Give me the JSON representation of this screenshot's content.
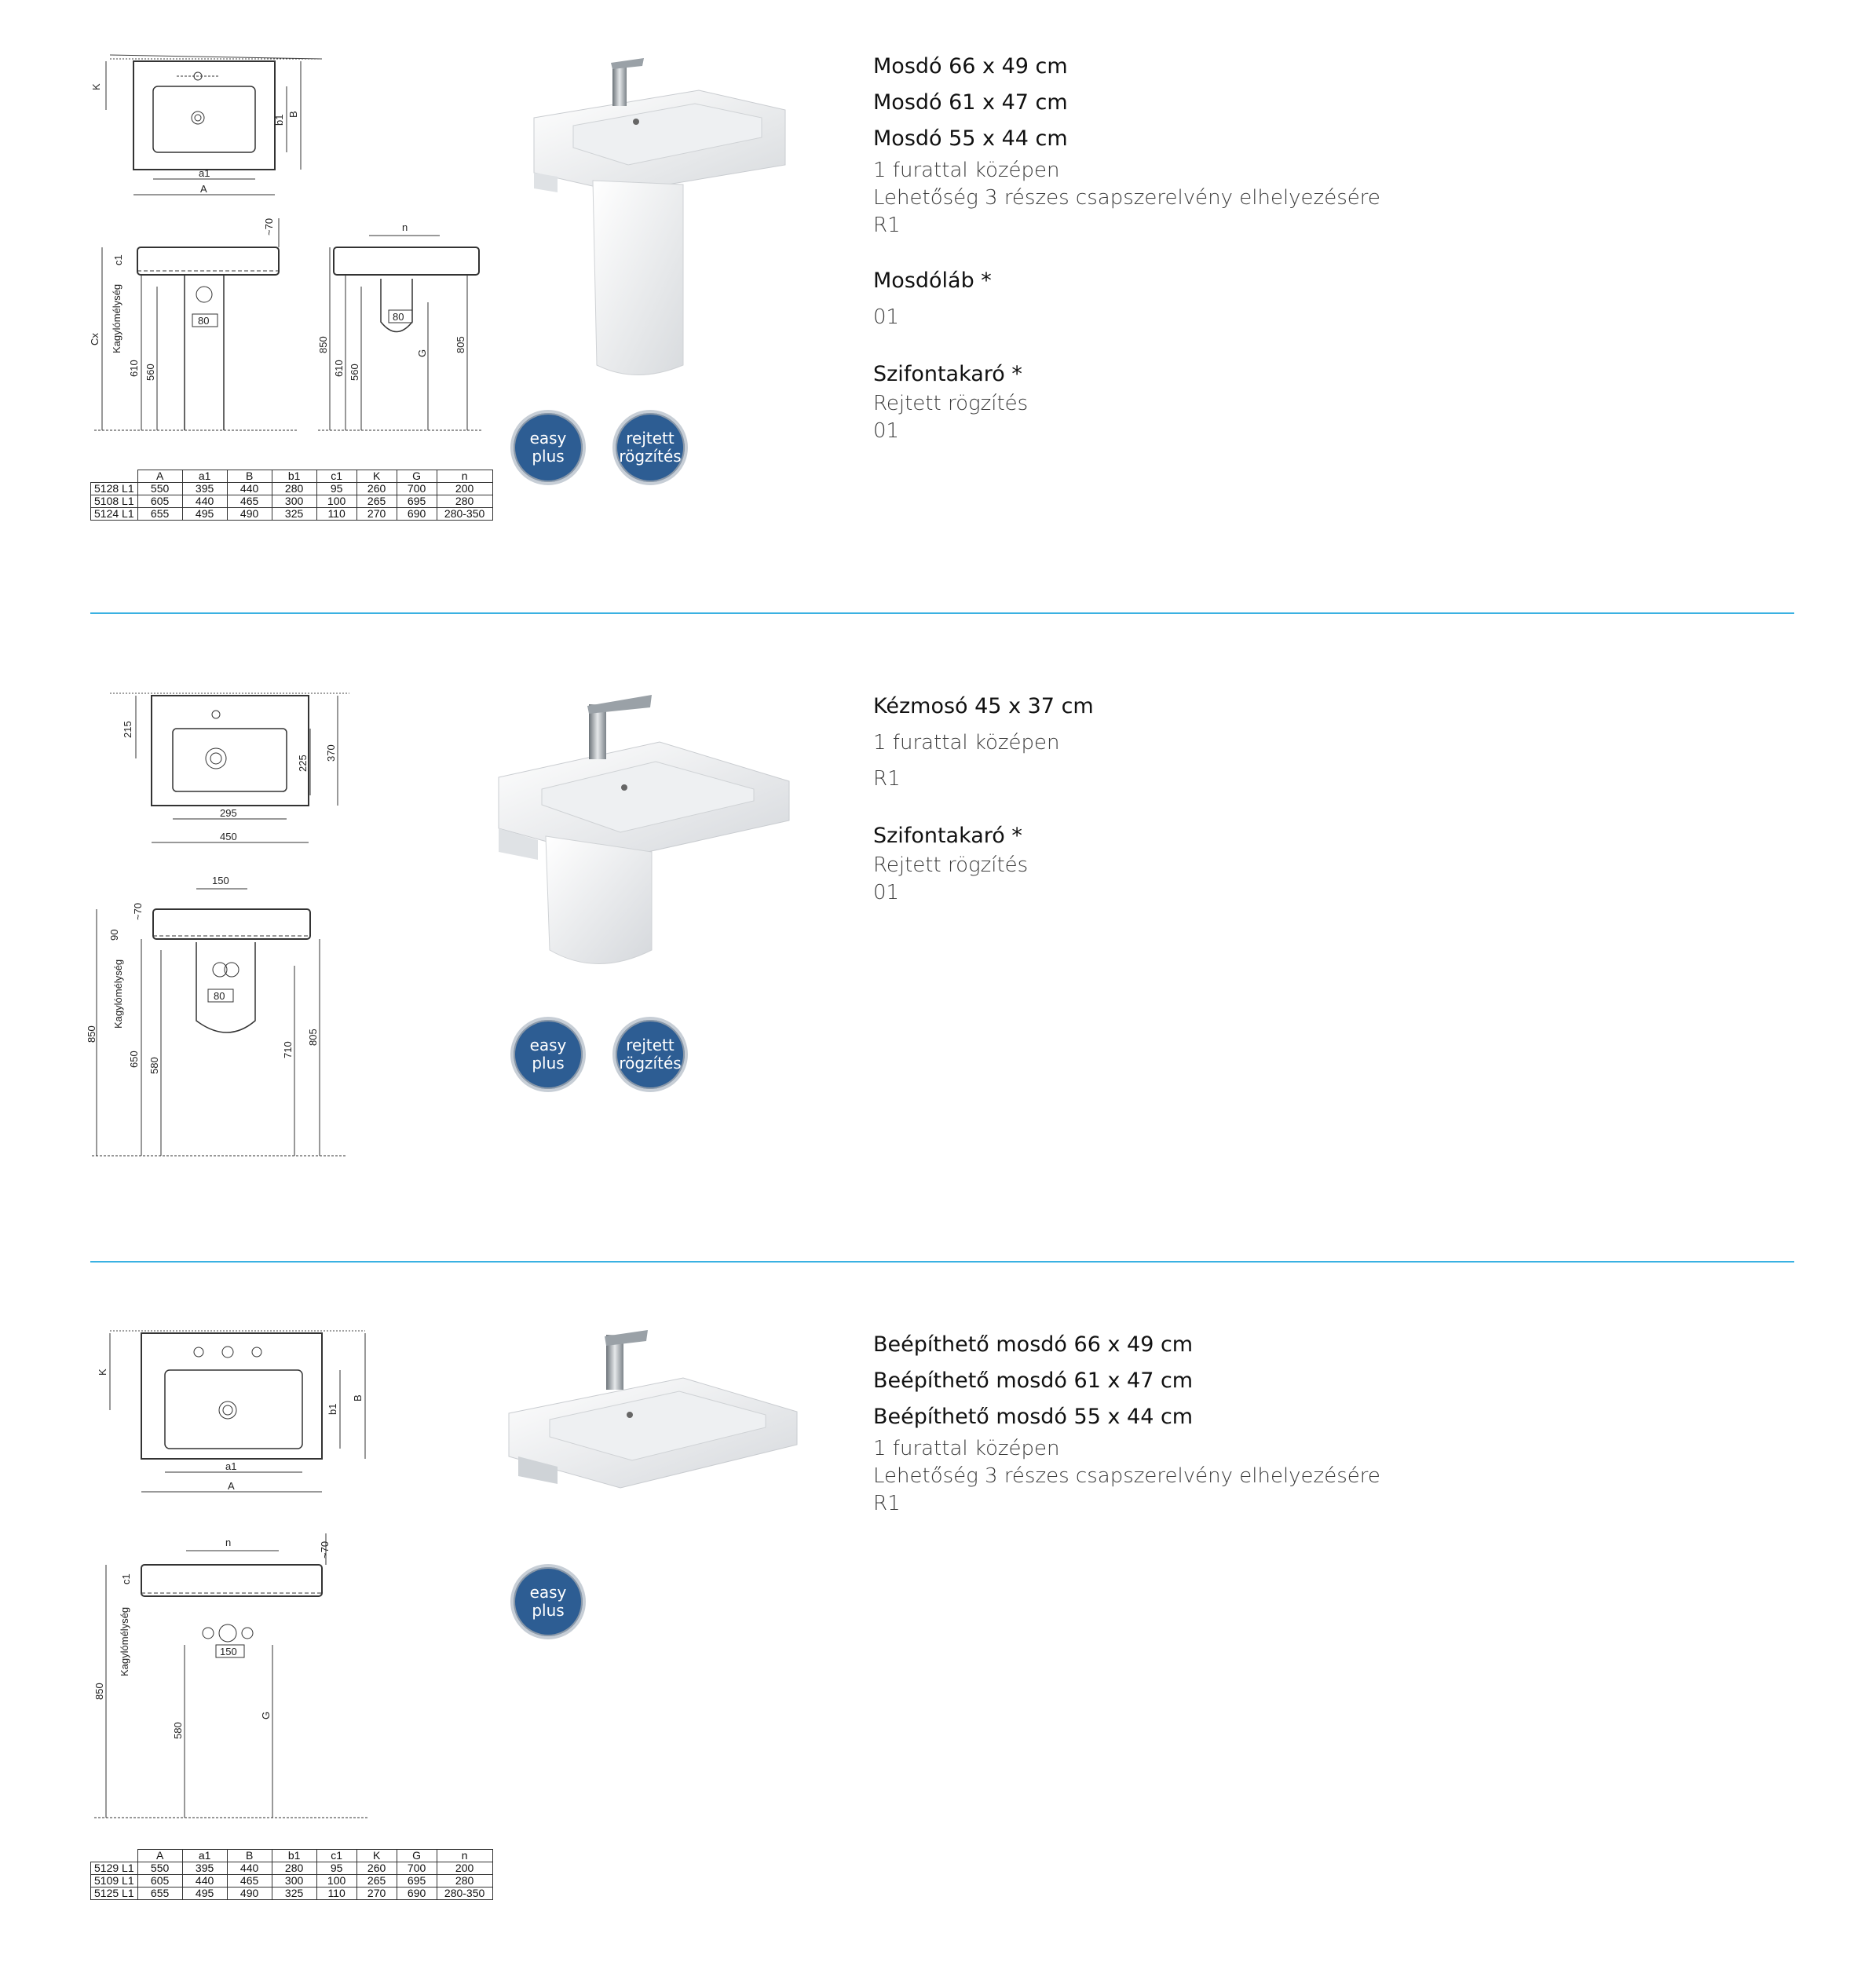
{
  "sections": [
    {
      "titles": [
        "Mosdó 66 x 49 cm",
        "Mosdó 61 x 47 cm",
        "Mosdó 55 x 44 cm"
      ],
      "lines": [
        "1 furattal középen",
        "Lehetőség 3 részes csapszerelvény elhelyezésére",
        "R1"
      ],
      "extras": [
        {
          "title": "Mosdóláb *",
          "lines": [
            "01"
          ]
        },
        {
          "title": "Szifontakaró *",
          "lines": [
            "Rejtett rögzítés",
            "01"
          ]
        }
      ],
      "badges": [
        {
          "line1": "easy",
          "line2": "plus"
        },
        {
          "line1": "rejtett",
          "line2": "rögzítés"
        }
      ],
      "drawing_labels": {
        "K": "K",
        "b1": "b1",
        "B": "B",
        "a1": "a1",
        "A": "A",
        "n": "n",
        "approx70": "~70",
        "c1": "c1",
        "depth": "Kagylómélység",
        "Cx": "Cx",
        "h610": "610",
        "h560": "560",
        "h850": "850",
        "G": "G",
        "h805": "805",
        "w80": "80"
      },
      "table": {
        "headers": [
          "",
          "A",
          "a1",
          "B",
          "b1",
          "c1",
          "K",
          "G",
          "n"
        ],
        "rows": [
          [
            "5128 L1",
            "550",
            "395",
            "440",
            "280",
            "95",
            "260",
            "700",
            "200"
          ],
          [
            "5108 L1",
            "605",
            "440",
            "465",
            "300",
            "100",
            "265",
            "695",
            "280"
          ],
          [
            "5124 L1",
            "655",
            "495",
            "490",
            "325",
            "110",
            "270",
            "690",
            "280-350"
          ]
        ]
      }
    },
    {
      "titles": [
        "Kézmosó 45 x 37 cm"
      ],
      "lines": [
        "1 furattal középen",
        "R1"
      ],
      "extras": [
        {
          "title": "Szifontakaró *",
          "lines": [
            "Rejtett rögzítés",
            "01"
          ]
        }
      ],
      "badges": [
        {
          "line1": "easy",
          "line2": "plus"
        },
        {
          "line1": "rejtett",
          "line2": "rögzítés"
        }
      ],
      "drawing_labels": {
        "h215": "215",
        "h225": "225",
        "h370": "370",
        "w295": "295",
        "w450": "450",
        "w150": "150",
        "approx70": "~70",
        "h90": "90",
        "depth": "Kagylómélység",
        "h850": "850",
        "h650": "650",
        "h580": "580",
        "w80": "80",
        "h710": "710",
        "h805": "805"
      }
    },
    {
      "titles": [
        "Beépíthető mosdó 66 x 49 cm",
        "Beépíthető mosdó 61 x 47 cm",
        "Beépíthető mosdó 55 x 44 cm"
      ],
      "lines": [
        "1 furattal középen",
        "Lehetőség 3 részes csapszerelvény elhelyezésére",
        "R1"
      ],
      "extras": [],
      "badges": [
        {
          "line1": "easy",
          "line2": "plus"
        }
      ],
      "drawing_labels": {
        "K": "K",
        "b1": "b1",
        "B": "B",
        "a1": "a1",
        "A": "A",
        "n": "n",
        "approx70": "~70",
        "c1": "c1",
        "depth": "Kagylómélység",
        "h850": "850",
        "w150": "150",
        "h580": "580",
        "G": "G"
      },
      "table": {
        "headers": [
          "",
          "A",
          "a1",
          "B",
          "b1",
          "c1",
          "K",
          "G",
          "n"
        ],
        "rows": [
          [
            "5129 L1",
            "550",
            "395",
            "440",
            "280",
            "95",
            "260",
            "700",
            "200"
          ],
          [
            "5109 L1",
            "605",
            "440",
            "465",
            "300",
            "100",
            "265",
            "695",
            "280"
          ],
          [
            "5125 L1",
            "655",
            "495",
            "490",
            "325",
            "110",
            "270",
            "690",
            "280-350"
          ]
        ]
      }
    }
  ],
  "colors": {
    "divider": "#3ab1e2",
    "badge": "#2d5d93"
  }
}
